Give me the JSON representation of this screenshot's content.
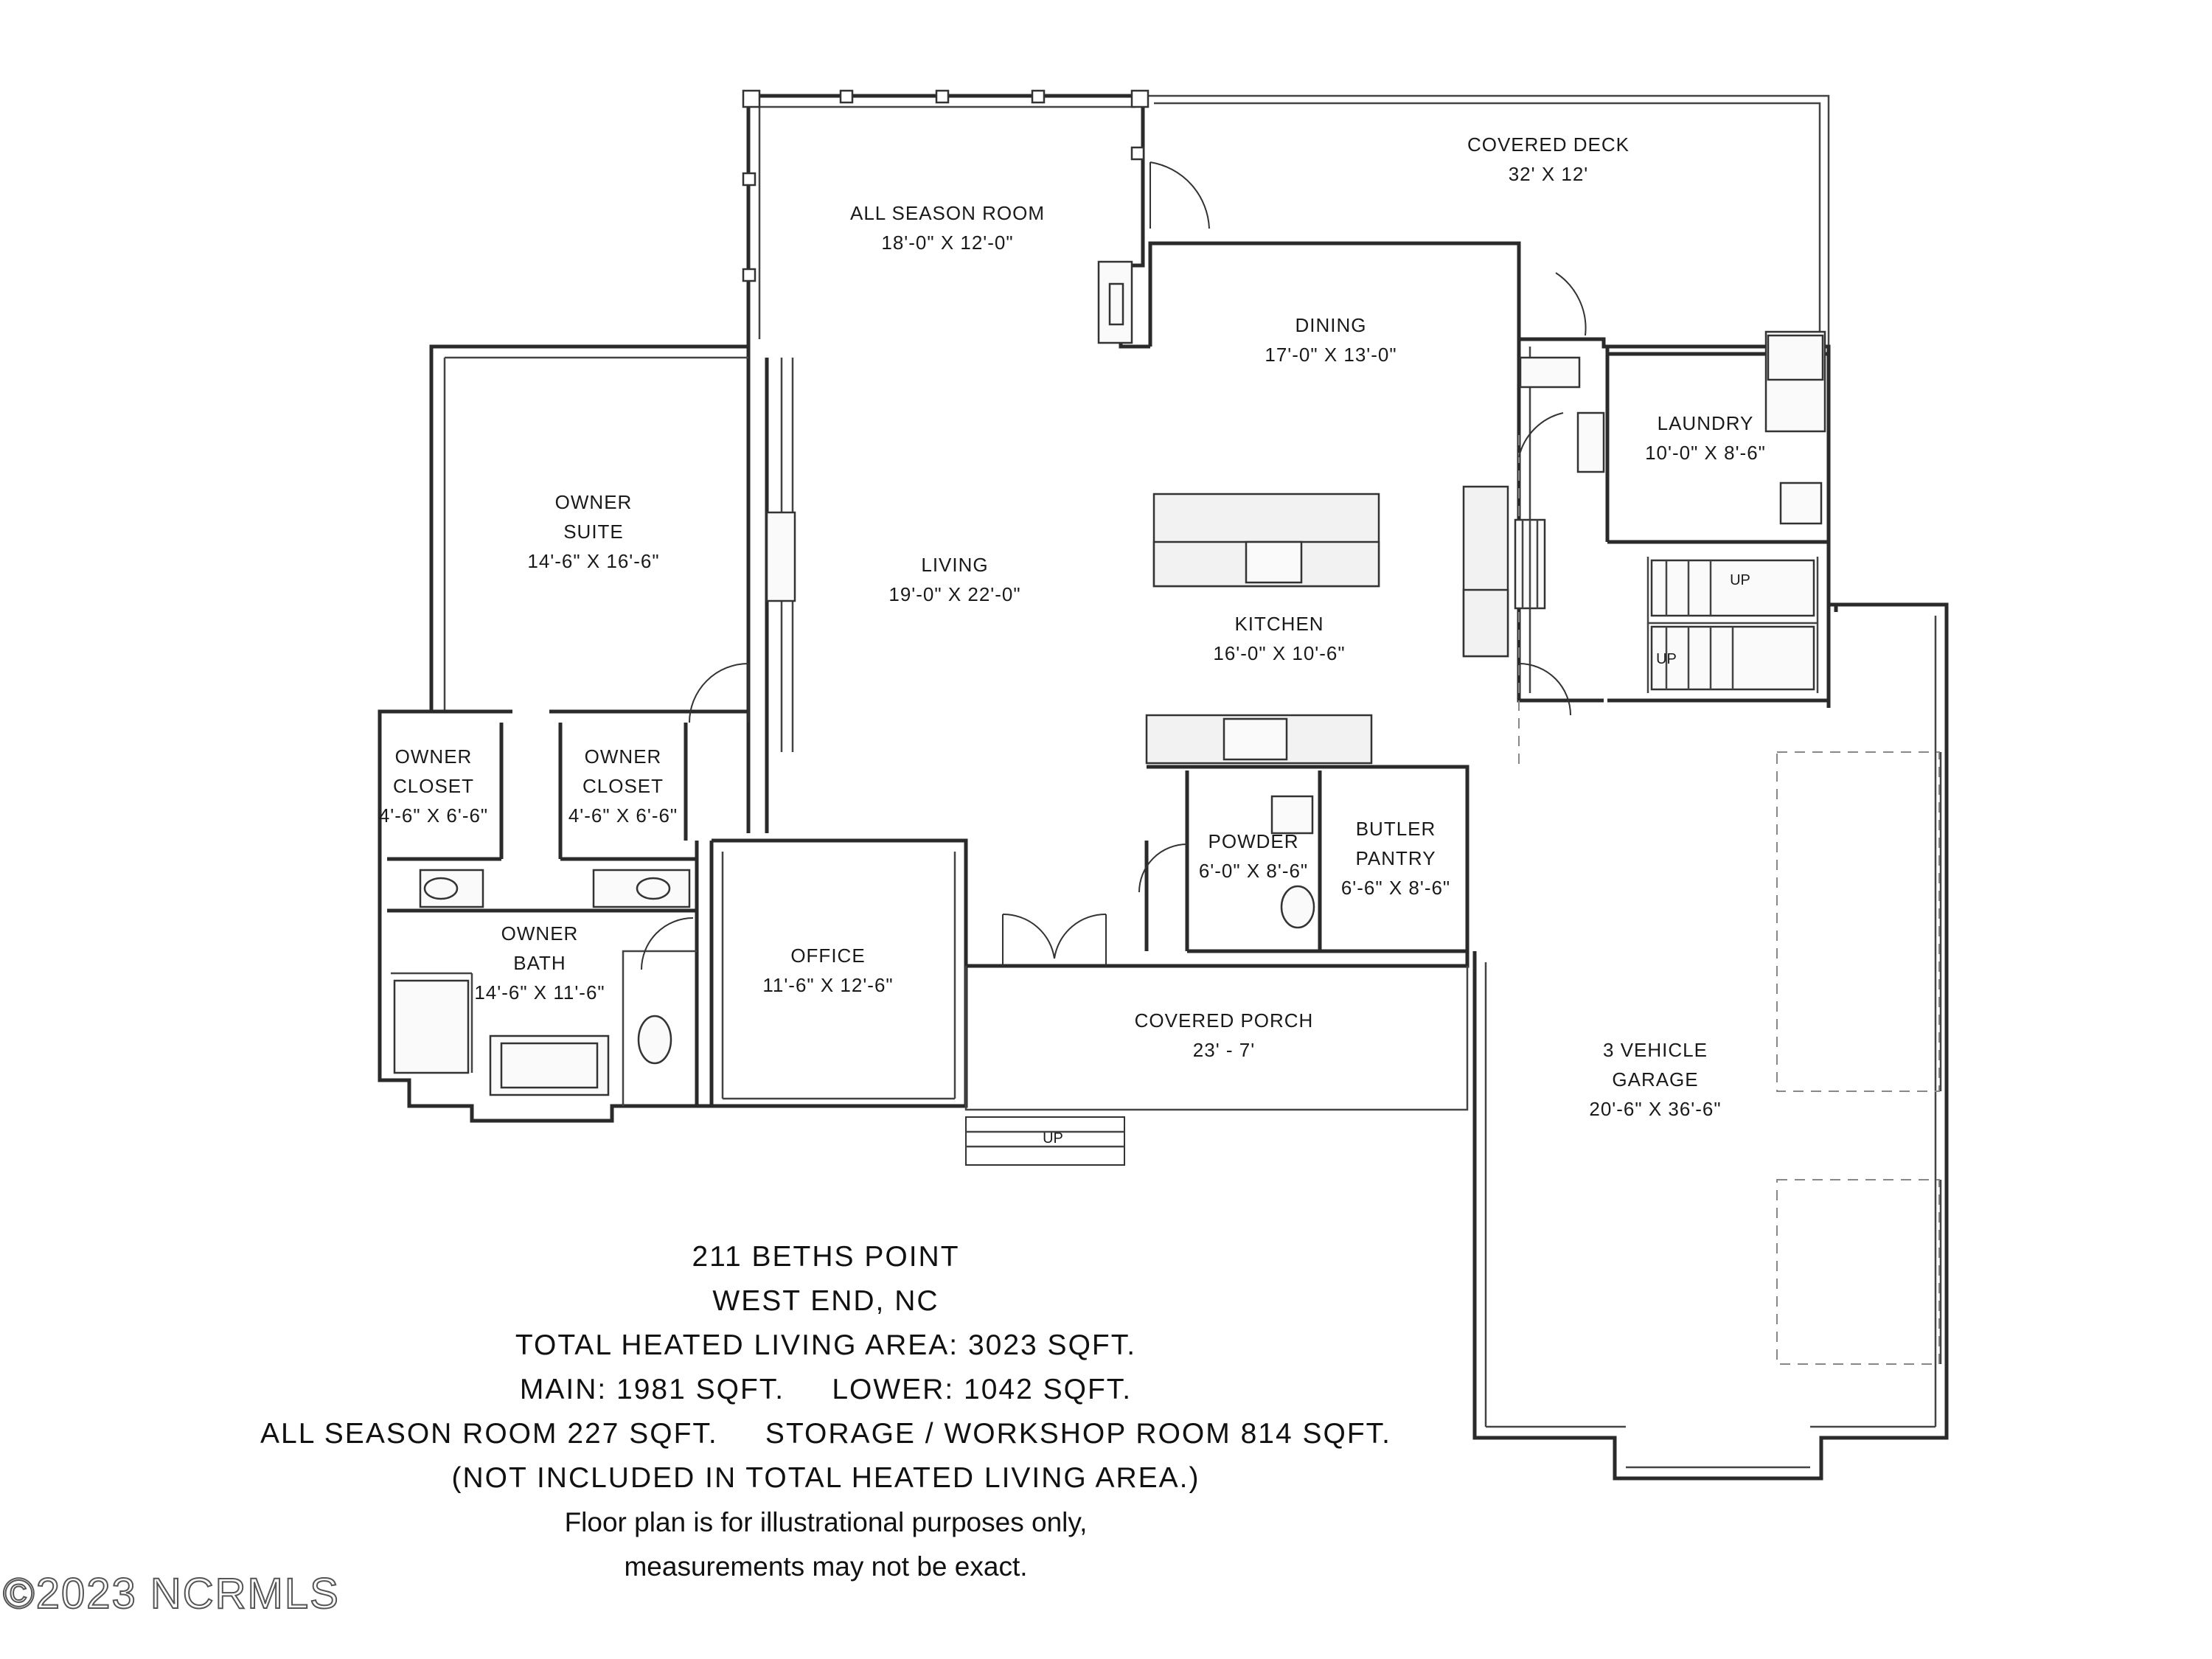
{
  "rooms": {
    "covered_deck": {
      "name": "COVERED DECK",
      "dims": "32' X 12'"
    },
    "all_season": {
      "name": "ALL SEASON ROOM",
      "dims": "18'-0\" X 12'-0\""
    },
    "dining": {
      "name": "DINING",
      "dims": "17'-0\" X 13'-0\""
    },
    "laundry": {
      "name": "LAUNDRY",
      "dims": "10'-0\" X 8'-6\""
    },
    "owner_suite": {
      "name1": "OWNER",
      "name2": "SUITE",
      "dims": "14'-6\" X 16'-6\""
    },
    "living": {
      "name": "LIVING",
      "dims": "19'-0\" X 22'-0\""
    },
    "kitchen": {
      "name": "KITCHEN",
      "dims": "16'-0\" X 10'-6\""
    },
    "closet_left": {
      "name1": "OWNER",
      "name2": "CLOSET",
      "dims": "4'-6\" X 6'-6\""
    },
    "closet_right": {
      "name1": "OWNER",
      "name2": "CLOSET",
      "dims": "4'-6\" X 6'-6\""
    },
    "powder": {
      "name": "POWDER",
      "dims": "6'-0\" X 8'-6\""
    },
    "butler": {
      "name1": "BUTLER",
      "name2": "PANTRY",
      "dims": "6'-6\" X 8'-6\""
    },
    "owner_bath": {
      "name1": "OWNER",
      "name2": "BATH",
      "dims": "14'-6\" X 11'-6\""
    },
    "office": {
      "name": "OFFICE",
      "dims": "11'-6\" X 12'-6\""
    },
    "covered_porch": {
      "name": "COVERED PORCH",
      "dims": "23' - 7'"
    },
    "garage": {
      "name1": "3 VEHICLE",
      "name2": "GARAGE",
      "dims": "20'-6\" X 36'-6\""
    }
  },
  "stair_labels": {
    "upper": "UP",
    "lower": "UP",
    "porch": "UP"
  },
  "info": {
    "address": "211 BETHS POINT",
    "city": "WEST END, NC",
    "total": "TOTAL HEATED LIVING AREA: 3023 SQFT.",
    "main_lower": "MAIN: 1981 SQFT.     LOWER: 1042 SQFT.",
    "extra": "ALL SEASON ROOM 227 SQFT.     STORAGE / WORKSHOP ROOM 814 SQFT.",
    "excluded": "(NOT INCLUDED IN TOTAL HEATED LIVING AREA.)",
    "disclaimer1": "Floor plan is for illustrational purposes only,",
    "disclaimer2": "measurements may not be exact."
  },
  "copyright": "©2023 NCRMLS"
}
